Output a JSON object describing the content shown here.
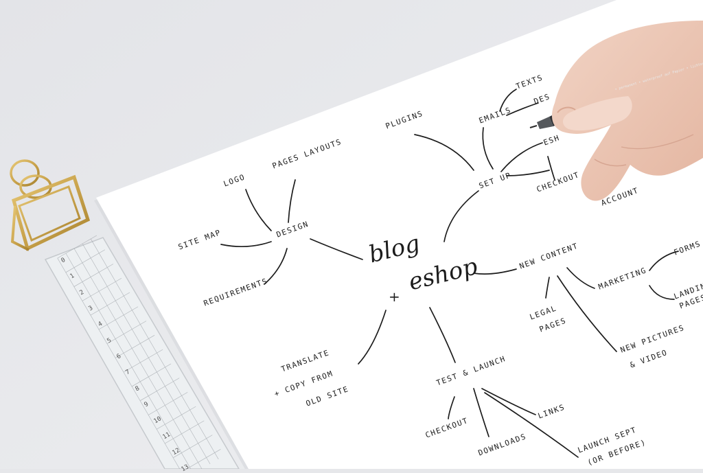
{
  "mindmap": {
    "center": {
      "line1": "blog",
      "plus": "+",
      "line2": "eshop"
    },
    "branches": {
      "design": {
        "label": "DESIGN",
        "children": {
          "logo": "LOGO",
          "pages_layouts": "PAGES LAYOUTS",
          "site_map": "SITE MAP",
          "requirements": "REQUIREMENTS"
        }
      },
      "set_up": {
        "label": "SET UP",
        "children": {
          "plugins": "PLUGINS",
          "emails": "EMAILS",
          "texts": "TEXTS",
          "design_partial": "DES",
          "eshop_partial": "ESH",
          "checkout": "CHECKOUT",
          "account": "ACCOUNT"
        }
      },
      "new_content": {
        "label": "NEW CONTENT",
        "children": {
          "legal_pages_1": "LEGAL",
          "legal_pages_2": "PAGES",
          "marketing": "MARKETING",
          "forms": "FORMS",
          "landing_1": "LANDIN",
          "landing_2": "PAGES",
          "new_pictures_1": "NEW PICTURES",
          "new_pictures_2": "& VIDEO"
        }
      },
      "translate": {
        "line1": "TRANSLATE",
        "line2": "+ COPY FROM",
        "line3": "OLD  SITE"
      },
      "test_launch": {
        "label": "TEST & LAUNCH",
        "children": {
          "checkout": "CHECKOUT",
          "downloads": "DOWNLOADS",
          "links": "LINKS",
          "launch_1": "LAUNCH SEPT",
          "launch_2": "(OR BEFORE)"
        }
      }
    }
  },
  "ruler": {
    "numbers": [
      "0",
      "1",
      "2",
      "3",
      "4",
      "5",
      "6",
      "7",
      "8",
      "9",
      "10",
      "11",
      "12",
      "13"
    ]
  },
  "pen": {
    "print": "• permanent • waterproof auf Papier • lichtecht • waterproof on paper • lightfast"
  },
  "colors": {
    "background": "#e6e7ea",
    "paper": "#ffffff",
    "ink": "#1c1c1c",
    "brass": "#c9a34c"
  }
}
